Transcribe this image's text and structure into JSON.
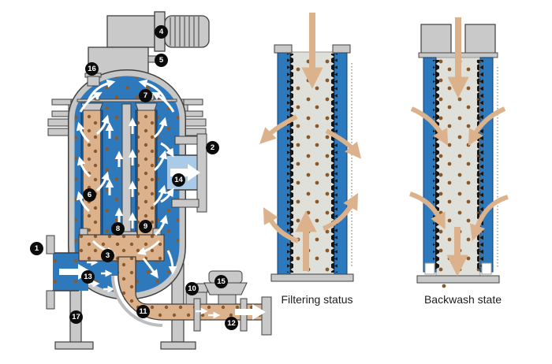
{
  "diagram": {
    "type": "technical-schematic",
    "captions": {
      "filtering": "Filtering status",
      "backwash": "Backwash state"
    },
    "callouts": [
      {
        "label": "1"
      },
      {
        "label": "2"
      },
      {
        "label": "3"
      },
      {
        "label": "4"
      },
      {
        "label": "5"
      },
      {
        "label": "6"
      },
      {
        "label": "7"
      },
      {
        "label": "8"
      },
      {
        "label": "9"
      },
      {
        "label": "10"
      },
      {
        "label": "11"
      },
      {
        "label": "12"
      },
      {
        "label": "13"
      },
      {
        "label": "14"
      },
      {
        "label": "15"
      },
      {
        "label": "16"
      },
      {
        "label": "17"
      }
    ],
    "colors": {
      "raw_water_blue": "#2e79bc",
      "dark_blue_screen": "#185a9c",
      "filtered_water_blue": "#a9cbe8",
      "solids_tan": "#dcb28c",
      "particle_brown": "#8a5a2c",
      "metal_gray": "#c9c9c9",
      "outline_dark": "#3f3f3f",
      "callout_black": "#0b0b0b",
      "background": "#ffffff"
    }
  }
}
